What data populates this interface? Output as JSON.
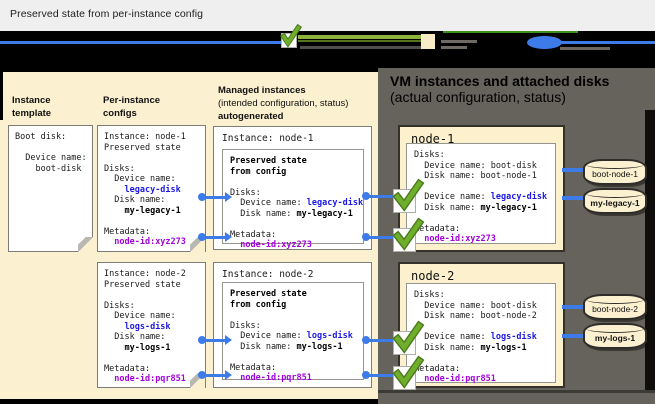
{
  "title": "Preserved state from per-instance config",
  "colors": {
    "accent_blue": "#3d7ce8",
    "code_blue": "#1c18e0",
    "code_magenta": "#a303da",
    "check_green": "#6fae2a",
    "panel_cream": "#fbf0cf",
    "panel_gray": "#66625c"
  },
  "legend": {
    "icons": [
      {
        "name": "green-check-icon"
      },
      {
        "name": "cream-swatch-icon"
      },
      {
        "name": "blue-ellipse-icon"
      }
    ]
  },
  "left_panel": {
    "headers": {
      "h1": {
        "line1": "Instance",
        "line2": "template"
      },
      "h2": {
        "line1": "Per-instance",
        "line2": "configs"
      },
      "h3": {
        "line1": "Managed instances",
        "line2": "(intended configuration, status)",
        "line3": "autogenerated"
      }
    }
  },
  "right_panel": {
    "header_line1": "VM instances and attached disks",
    "header_line2": "(actual configuration, status)",
    "node1_title": "node-1",
    "node2_title": "node-2",
    "disks": {
      "d1": "boot-node-1",
      "d2": "my-legacy-1",
      "d3": "boot-node-2",
      "d4": "my-logs-1"
    }
  },
  "cards": {
    "mi1_title": "Instance: node-1",
    "mi2_title": "Instance: node-2",
    "template": {
      "lines": [
        [
          {
            "t": "Boot disk:",
            "s": "p"
          }
        ],
        [],
        [
          {
            "t": "  Device name:",
            "s": "p"
          }
        ],
        [
          {
            "t": "    boot-disk",
            "s": "p"
          }
        ]
      ]
    },
    "pic1": {
      "lines": [
        [
          {
            "t": "Instance: node-1",
            "s": "p"
          }
        ],
        [
          {
            "t": "Preserved state",
            "s": "p"
          }
        ],
        [],
        [
          {
            "t": "Disks:",
            "s": "p"
          }
        ],
        [
          {
            "t": "  Device name:",
            "s": "p"
          }
        ],
        [
          {
            "t": "    ",
            "s": "p"
          },
          {
            "t": "legacy-disk",
            "s": "u"
          }
        ],
        [
          {
            "t": "  Disk name:",
            "s": "p"
          }
        ],
        [
          {
            "t": "    ",
            "s": "p"
          },
          {
            "t": "my-legacy-1",
            "s": "b"
          }
        ],
        [],
        [
          {
            "t": "Metadata:",
            "s": "p"
          }
        ],
        [
          {
            "t": "  ",
            "s": "p"
          },
          {
            "t": "node-id:xyz273",
            "s": "m"
          }
        ]
      ]
    },
    "mi1": {
      "lines": [
        [
          {
            "t": "Preserved state",
            "s": "b"
          }
        ],
        [
          {
            "t": "from config",
            "s": "b"
          }
        ],
        [],
        [
          {
            "t": "Disks:",
            "s": "p"
          }
        ],
        [
          {
            "t": "  Device name: ",
            "s": "p"
          },
          {
            "t": "legacy-disk",
            "s": "u"
          }
        ],
        [
          {
            "t": "  Disk name: ",
            "s": "p"
          },
          {
            "t": "my-legacy-1",
            "s": "b"
          }
        ],
        [],
        [
          {
            "t": "Metadata:",
            "s": "p"
          }
        ],
        [
          {
            "t": "  ",
            "s": "p"
          },
          {
            "t": "node-id:xyz273",
            "s": "m"
          }
        ]
      ]
    },
    "pic2": {
      "lines": [
        [
          {
            "t": "Instance: node-2",
            "s": "p"
          }
        ],
        [
          {
            "t": "Preserved state",
            "s": "p"
          }
        ],
        [],
        [
          {
            "t": "Disks:",
            "s": "p"
          }
        ],
        [
          {
            "t": "  Device name:",
            "s": "p"
          }
        ],
        [
          {
            "t": "    ",
            "s": "p"
          },
          {
            "t": "logs-disk",
            "s": "u"
          }
        ],
        [
          {
            "t": "  Disk name:",
            "s": "p"
          }
        ],
        [
          {
            "t": "    ",
            "s": "p"
          },
          {
            "t": "my-logs-1",
            "s": "b"
          }
        ],
        [],
        [
          {
            "t": "Metadata:",
            "s": "p"
          }
        ],
        [
          {
            "t": "  ",
            "s": "p"
          },
          {
            "t": "node-id:pqr851",
            "s": "m"
          }
        ]
      ]
    },
    "mi2": {
      "lines": [
        [
          {
            "t": "Preserved state",
            "s": "b"
          }
        ],
        [
          {
            "t": "from config",
            "s": "b"
          }
        ],
        [],
        [
          {
            "t": "Disks:",
            "s": "p"
          }
        ],
        [
          {
            "t": "  Device name: ",
            "s": "p"
          },
          {
            "t": "logs-disk",
            "s": "u"
          }
        ],
        [
          {
            "t": "  Disk name: ",
            "s": "p"
          },
          {
            "t": "my-logs-1",
            "s": "b"
          }
        ],
        [],
        [
          {
            "t": "Metadata:",
            "s": "p"
          }
        ],
        [
          {
            "t": "  ",
            "s": "p"
          },
          {
            "t": "node-id:pqr851",
            "s": "m"
          }
        ]
      ]
    },
    "node1": {
      "lines": [
        [
          {
            "t": "Disks:",
            "s": "p"
          }
        ],
        [
          {
            "t": "  Device name: boot-disk",
            "s": "p"
          }
        ],
        [
          {
            "t": "  Disk name: boot-node-1",
            "s": "p"
          }
        ],
        [],
        [
          {
            "t": "  Device name: ",
            "s": "p"
          },
          {
            "t": "legacy-disk",
            "s": "u"
          }
        ],
        [
          {
            "t": "  Disk name: ",
            "s": "p"
          },
          {
            "t": "my-legacy-1",
            "s": "b"
          }
        ],
        [],
        [
          {
            "t": "Metadata:",
            "s": "p"
          }
        ],
        [
          {
            "t": "  ",
            "s": "p"
          },
          {
            "t": "node-id:xyz273",
            "s": "m"
          }
        ]
      ]
    },
    "node2": {
      "lines": [
        [
          {
            "t": "Disks:",
            "s": "p"
          }
        ],
        [
          {
            "t": "  Device name: boot-disk",
            "s": "p"
          }
        ],
        [
          {
            "t": "  Disk name: boot-node-2",
            "s": "p"
          }
        ],
        [],
        [
          {
            "t": "  Device name: ",
            "s": "p"
          },
          {
            "t": "logs-disk",
            "s": "u"
          }
        ],
        [
          {
            "t": "  Disk name: ",
            "s": "p"
          },
          {
            "t": "my-logs-1",
            "s": "b"
          }
        ],
        [],
        [
          {
            "t": "Metadata:",
            "s": "p"
          }
        ],
        [
          {
            "t": "  ",
            "s": "p"
          },
          {
            "t": "node-id:pqr851",
            "s": "m"
          }
        ]
      ]
    }
  }
}
